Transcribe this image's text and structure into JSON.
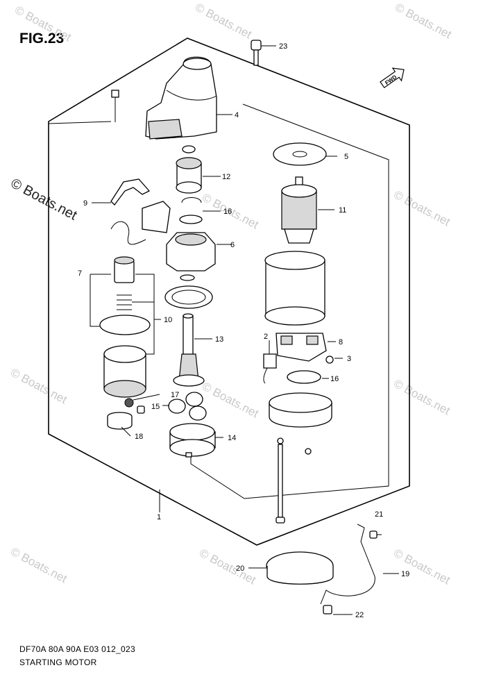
{
  "figure": {
    "title": "FIG.23",
    "caption_line1": "DF70A 80A 90A E03 012_023",
    "caption_line2": "STARTING MOTOR"
  },
  "watermark": {
    "text": "© Boats.net",
    "prominent_text": "© Boats.net"
  },
  "direction_marker": {
    "label": "FWD",
    "icon": "forward-arrow-icon"
  },
  "callouts": {
    "c1": "1",
    "c2": "2",
    "c3": "3",
    "c4": "4",
    "c5": "5",
    "c6": "6",
    "c7": "7",
    "c8": "8",
    "c9": "9",
    "c10": "10",
    "c11": "11",
    "c12": "12",
    "c13": "13",
    "c14": "14",
    "c15": "15",
    "c16a": "16",
    "c16b": "16",
    "c17": "17",
    "c18": "18",
    "c19": "19",
    "c20": "20",
    "c21": "21",
    "c22": "22",
    "c23": "23"
  },
  "colors": {
    "line": "#000000",
    "watermark": "#c9c9c9",
    "shade": "#d8d8d8"
  }
}
